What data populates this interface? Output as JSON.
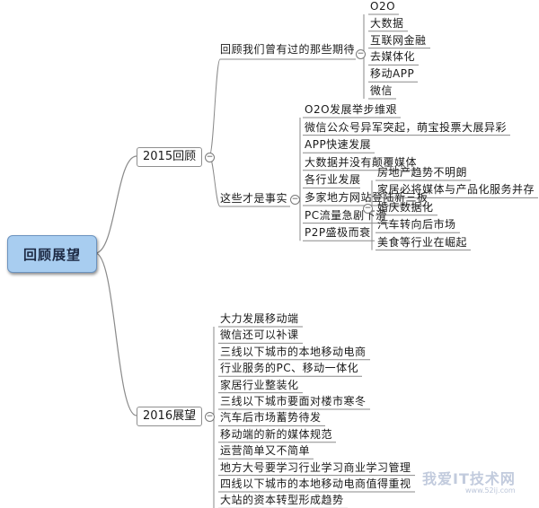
{
  "root": "回顾展望",
  "branch_2015": {
    "label": "2015回顾",
    "expectations": {
      "label": "回顾我们曾有过的那些期待",
      "items": [
        "O2O",
        "大数据",
        "互联网金融",
        "去媒体化",
        "移动APP",
        "微信"
      ]
    },
    "facts": {
      "label": "这些才是事实",
      "items": [
        "O2O发展举步维艰",
        "微信公众号异军突起，萌宝投票大展异彩",
        "APP快速发展",
        "大数据并没有颠覆媒体",
        "各行业发展",
        "多家地方网站登陆新三板",
        "PC流量急剧下滑",
        "P2P盛极而衰"
      ],
      "industry": {
        "label": "各行业发展",
        "items": [
          "房地产趋势不明朗",
          "家居必将媒体与产品化服务并存",
          "婚庆数据化",
          "汽车转向后市场",
          "美食等行业在崛起"
        ]
      }
    }
  },
  "branch_2016": {
    "label": "2016展望",
    "items": [
      "大力发展移动端",
      "微信还可以补课",
      "三线以下城市的本地移动电商",
      "行业服务的PC、移动一体化",
      "家居行业整装化",
      "三线以下城市要面对楼市寒冬",
      "汽车后市场蓄势待发",
      "移动端的新的媒体规范",
      "运营简单又不简单",
      "地方大号要学习行业学习商业学习管理",
      "四线以下城市的本地移动电商值得重视",
      "大站的资本转型形成趋势"
    ]
  },
  "watermark": {
    "text": "我爱IT技术网",
    "url": "www.52ij.com"
  }
}
